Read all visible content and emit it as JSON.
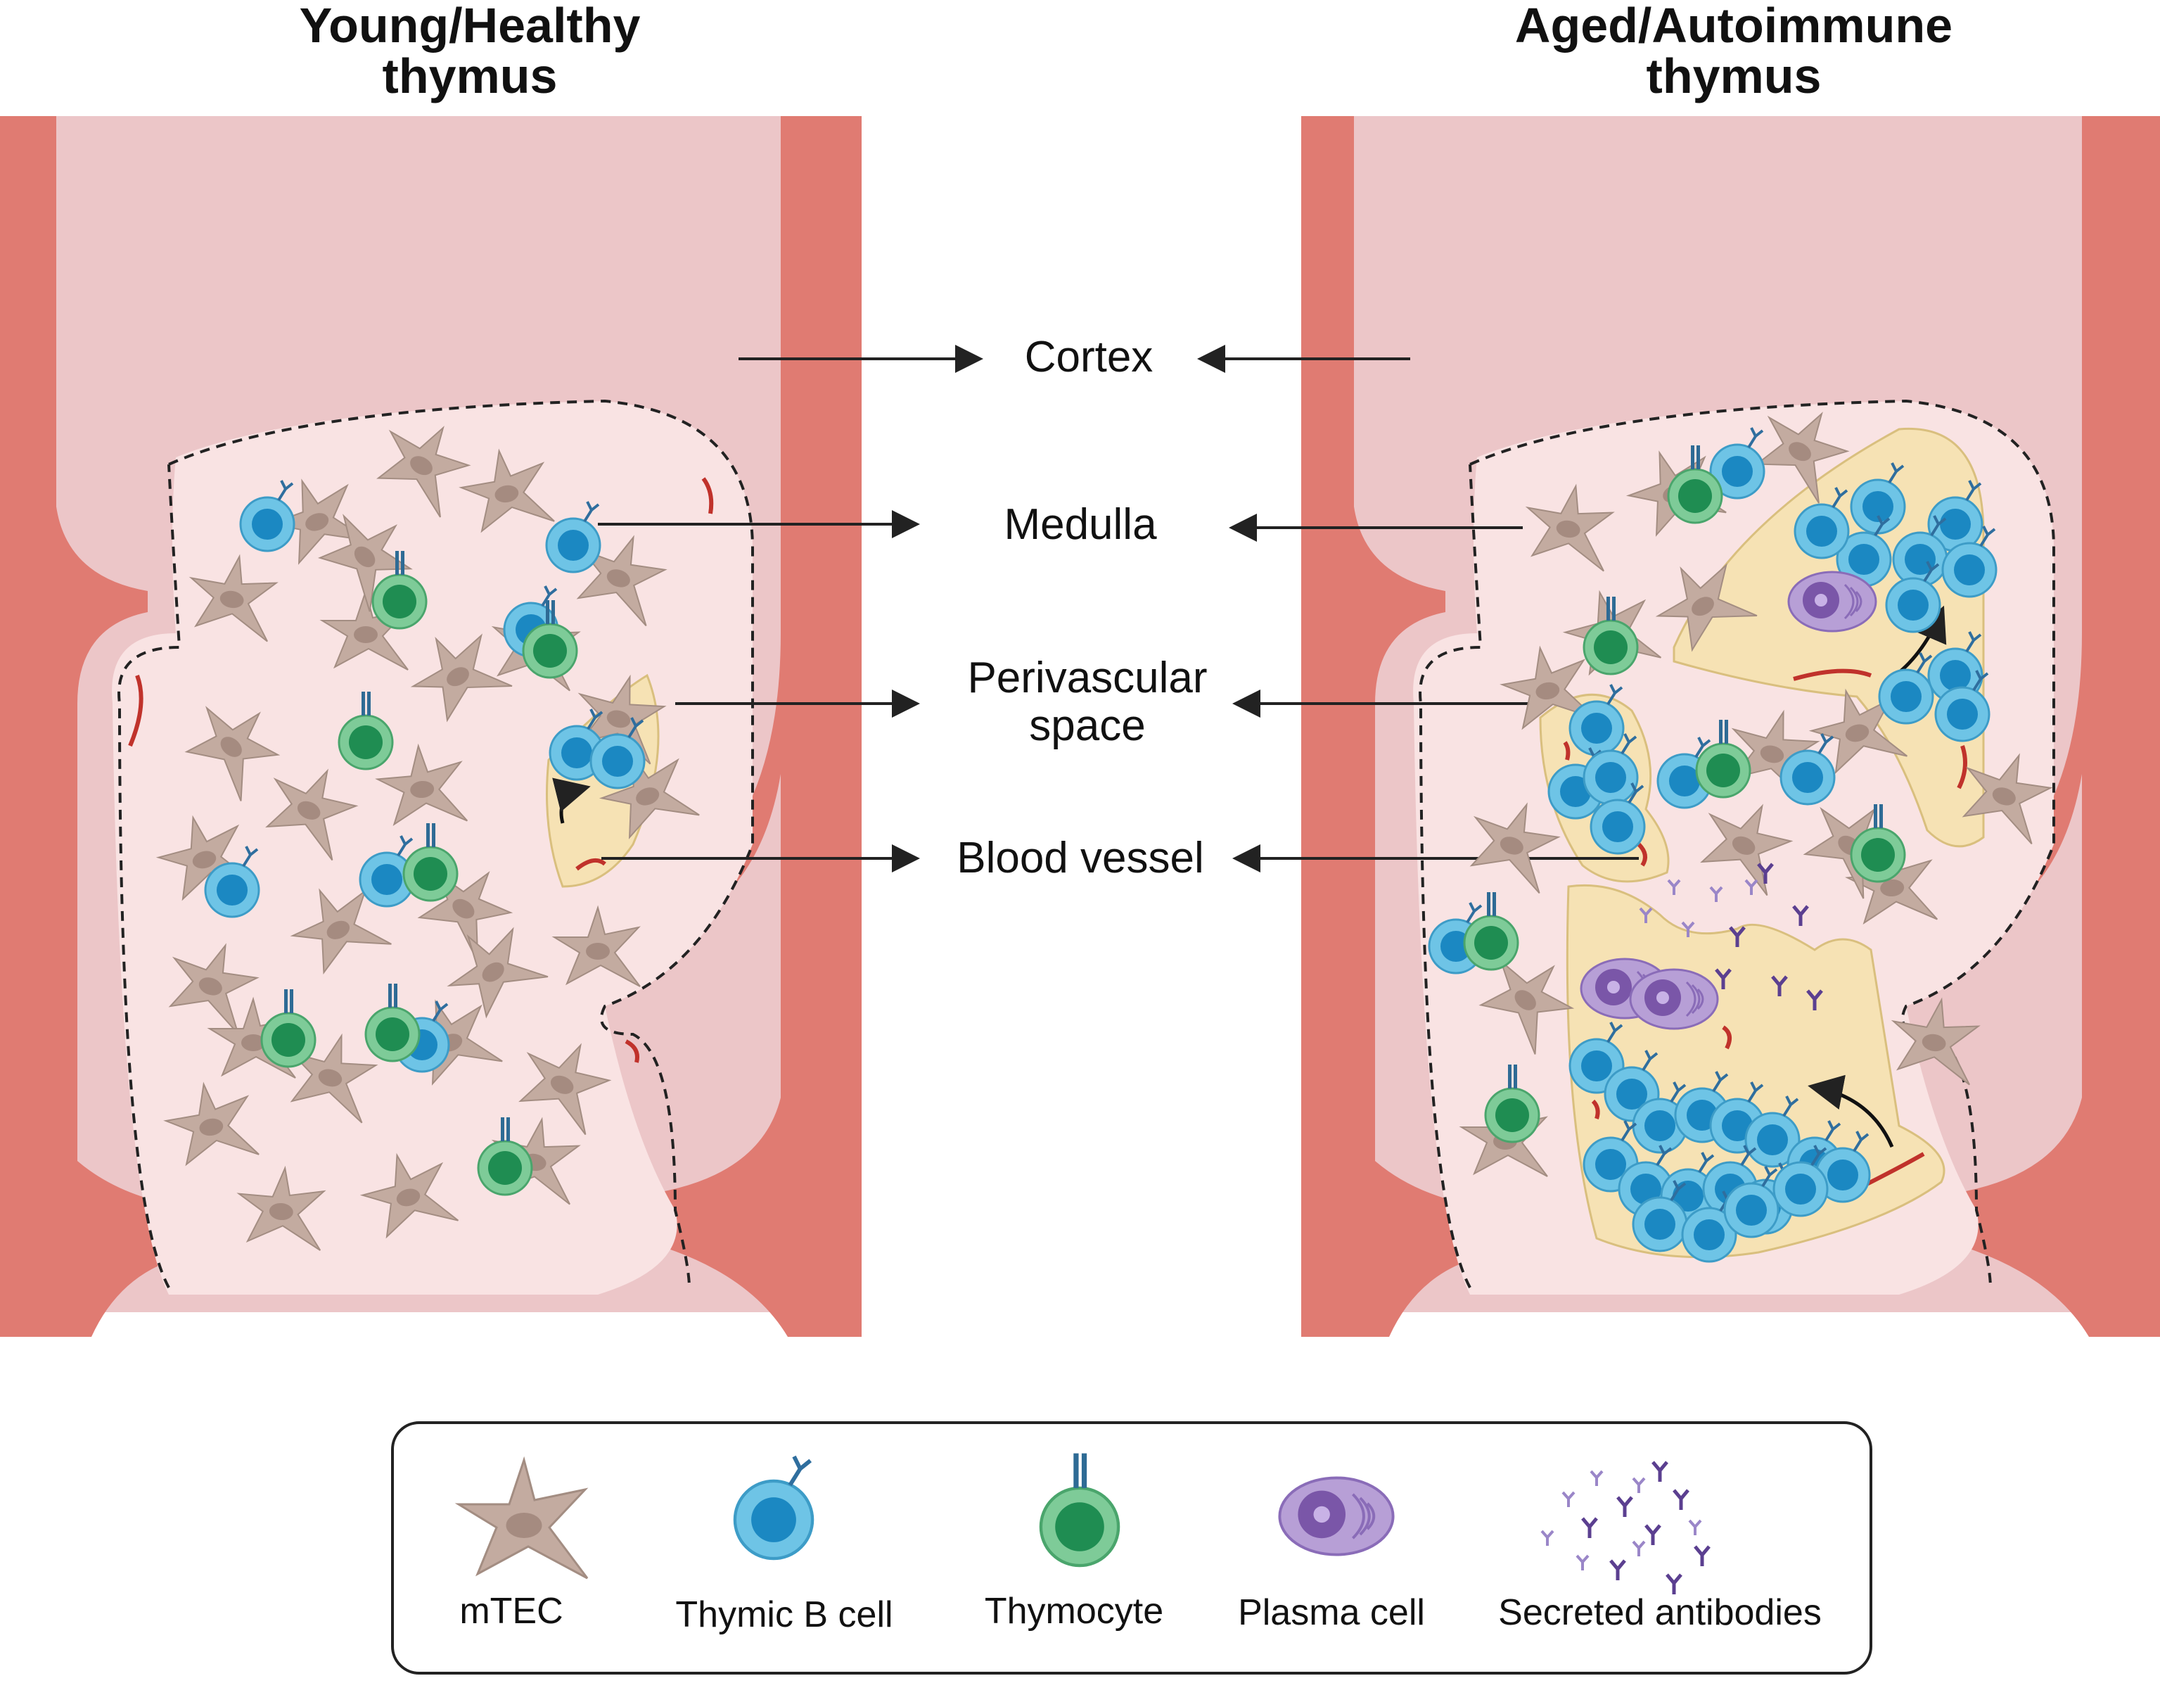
{
  "panels": {
    "left_title_line1": "Young/Healthy",
    "left_title_line2": "thymus",
    "right_title_line1": "Aged/Autoimmune",
    "right_title_line2": "thymus"
  },
  "labels": {
    "cortex": "Cortex",
    "medulla": "Medulla",
    "perivascular_line1": "Perivascular",
    "perivascular_line2": "space",
    "blood_vessel": "Blood vessel"
  },
  "legend": {
    "mtec": "mTEC",
    "b_cell": "Thymic B cell",
    "thymocyte": "Thymocyte",
    "plasma_cell": "Plasma cell",
    "antibodies": "Secreted antibodies"
  },
  "colors": {
    "capsule": "#e07b72",
    "cortex": "#ecc6c8",
    "medulla": "#f9e3e3",
    "mtec": "#c3aba0",
    "b_cell": "#6ec4e6",
    "thymocyte": "#7ecb98",
    "plasma": "#b79fd6",
    "perivascular": "#f6e2b4"
  }
}
